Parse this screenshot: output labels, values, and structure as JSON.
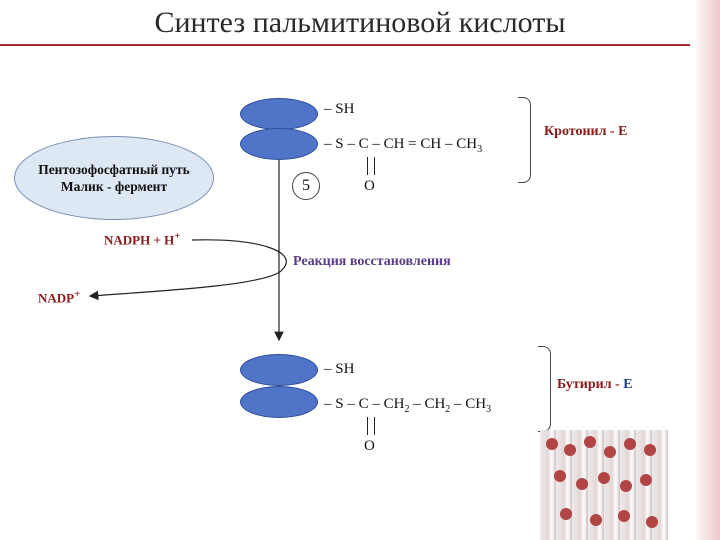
{
  "title": "Синтез пальмитиновой кислоты",
  "top_group": {
    "sh_label": "– SH",
    "chain_main": "– S – C – CH = CH – CH",
    "chain_sub": "3",
    "oxygen": "O",
    "step_number": "5",
    "enzyme_label": "Кротонил - Е"
  },
  "pentose": {
    "line1": "Пентозофосфатный путь",
    "line2": "Малик - фермент"
  },
  "nadph_label": "NADPH + H",
  "nadph_sup": "+",
  "reaction_label": "Реакция восстановления",
  "nadp_label": "NADP",
  "nadp_sup": "+",
  "bottom_group": {
    "sh_label": "– SH",
    "chain_part1": "– S – C – CH",
    "sub1": "2",
    "chain_part2": " – CH",
    "sub2": "2",
    "chain_part3": " – CH",
    "sub3": "3",
    "oxygen": "O",
    "enzyme_label_main": "Бутирил - ",
    "enzyme_label_e": "Е"
  },
  "colors": {
    "title_rule": "#a52a2a",
    "enzyme": "#5074c8",
    "pentose_fill": "#dde8f4",
    "reaction_text": "#5a3b86",
    "label_red": "#8b1a1a"
  }
}
